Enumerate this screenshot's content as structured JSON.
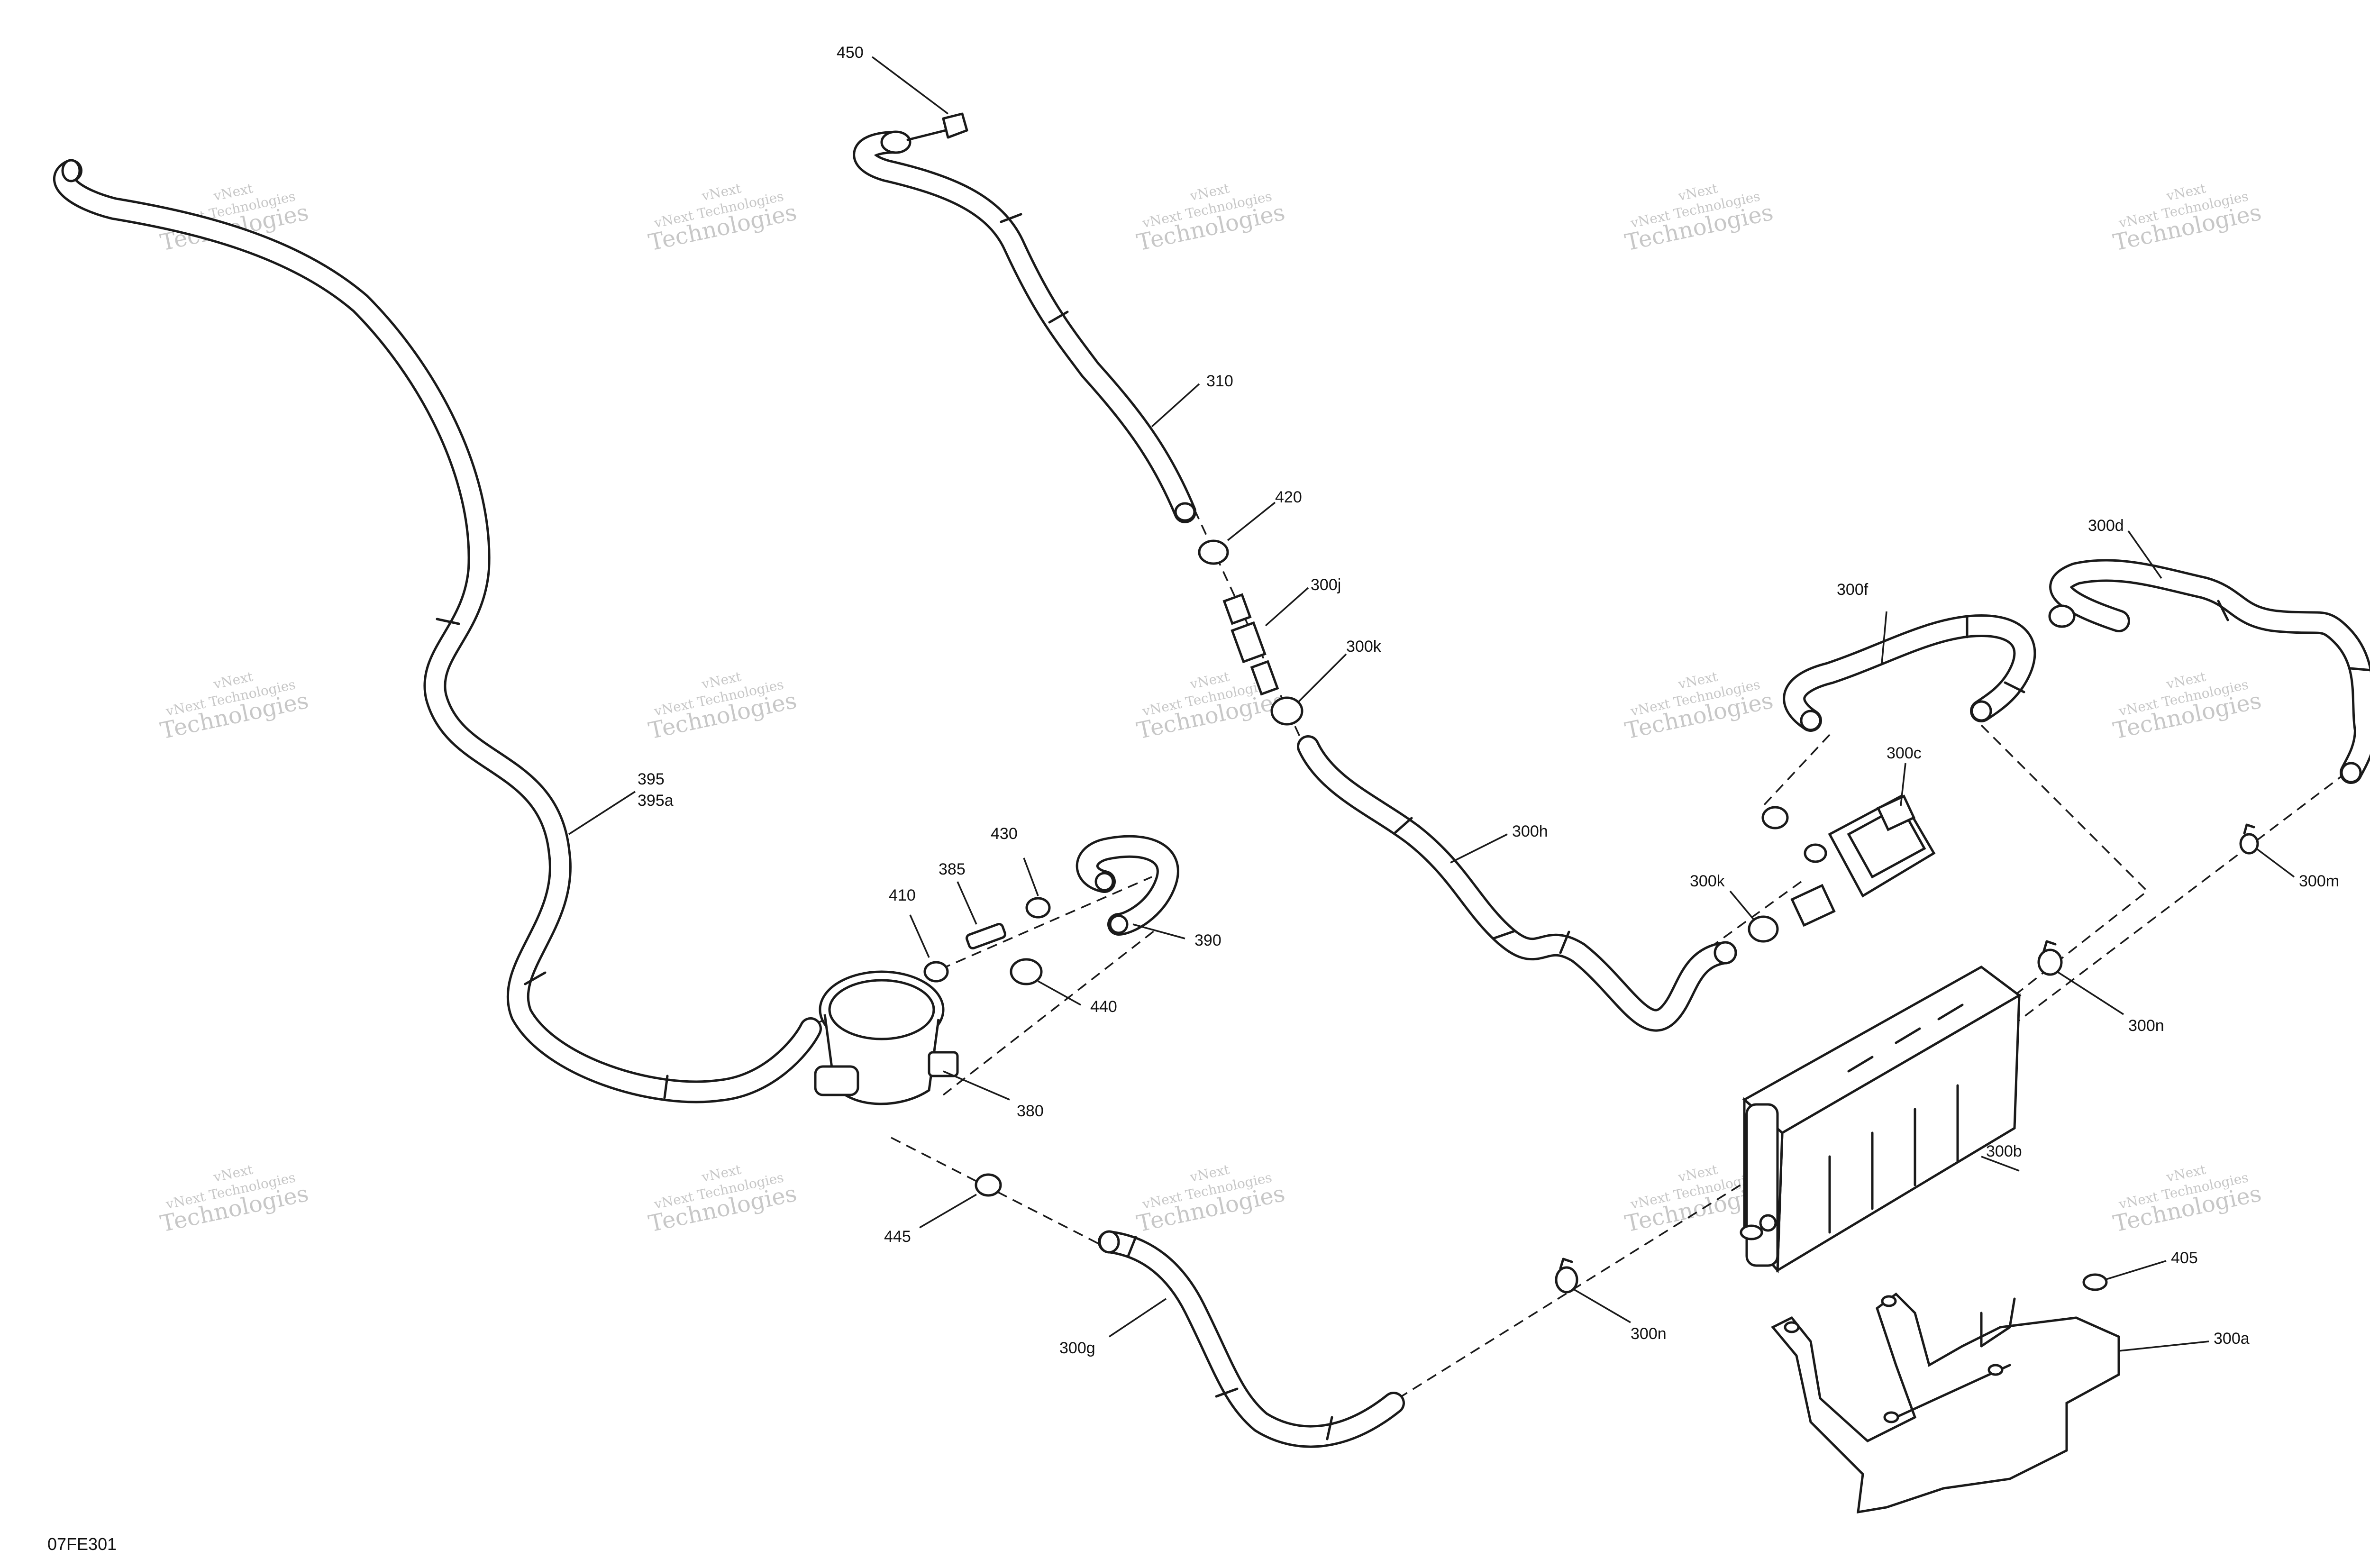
{
  "figure_code": "07FE301",
  "watermark": {
    "line1": "vNext",
    "line2": "vNext Technologies",
    "line3": "Technologies"
  },
  "callouts": {
    "c450": "450",
    "c310": "310",
    "c420": "420",
    "c300j": "300j",
    "c300k_top": "300k",
    "c300h": "300h",
    "c300k_bottom": "300k",
    "c300c": "300c",
    "c300f": "300f",
    "c300d": "300d",
    "c300m": "300m",
    "c300n_right": "300n",
    "c300b": "300b",
    "c300n_bottom": "300n",
    "c405": "405",
    "c300a": "300a",
    "c395": "395",
    "c395a": "395a",
    "c430": "430",
    "c385": "385",
    "c410": "410",
    "c390": "390",
    "c440": "440",
    "c380": "380",
    "c445": "445",
    "c300g": "300g"
  }
}
